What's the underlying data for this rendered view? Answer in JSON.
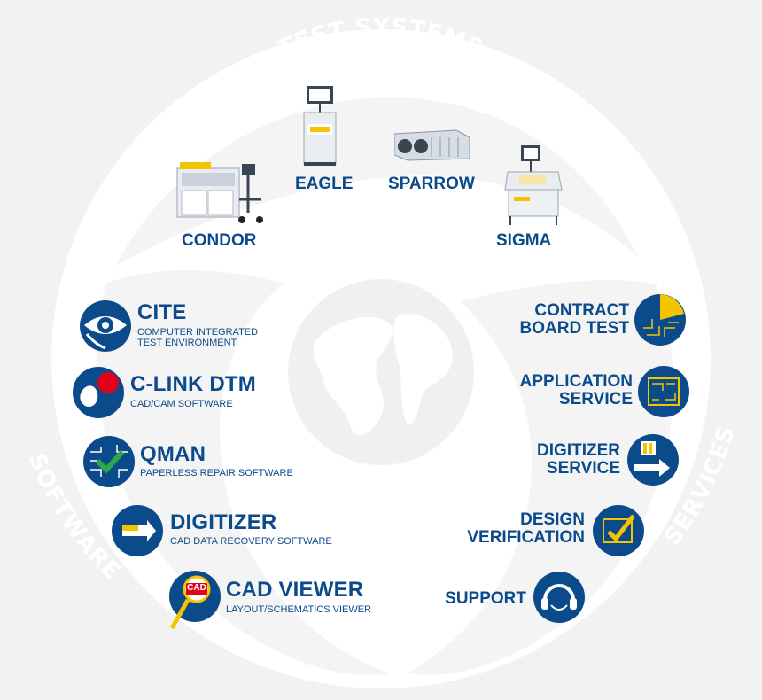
{
  "sections": {
    "test_systems": "TEST SYSTEMS",
    "software": "SOFTWARE",
    "services": "SERVICES"
  },
  "test_systems": [
    {
      "label": "CONDOR"
    },
    {
      "label": "EAGLE"
    },
    {
      "label": "SPARROW"
    },
    {
      "label": "SIGMA"
    }
  ],
  "software": [
    {
      "title": "CITE",
      "subtitle_line1": "COMPUTER INTEGRATED",
      "subtitle_line2": "TEST ENVIRONMENT"
    },
    {
      "title": "C-LINK DTM",
      "subtitle_line1": "CAD/CAM SOFTWARE"
    },
    {
      "title": "QMAN",
      "subtitle_line1": "PAPERLESS REPAIR SOFTWARE"
    },
    {
      "title": "DIGITIZER",
      "subtitle_line1": "CAD DATA RECOVERY SOFTWARE"
    },
    {
      "title": "CAD VIEWER",
      "subtitle_line1": "LAYOUT/SCHEMATICS VIEWER",
      "icon_text": "CAD"
    }
  ],
  "services": [
    {
      "line1": "CONTRACT",
      "line2": "BOARD TEST"
    },
    {
      "line1": "APPLICATION",
      "line2": "SERVICE"
    },
    {
      "line1": "DIGITIZER",
      "line2": "SERVICE"
    },
    {
      "line1": "DESIGN",
      "line2": "VERIFICATION"
    },
    {
      "line1": "SUPPORT"
    }
  ],
  "colors": {
    "brand_blue": "#0b4b8c",
    "accent_yellow": "#f5c400",
    "accent_red": "#e3001b",
    "background": "#f2f2f2"
  }
}
